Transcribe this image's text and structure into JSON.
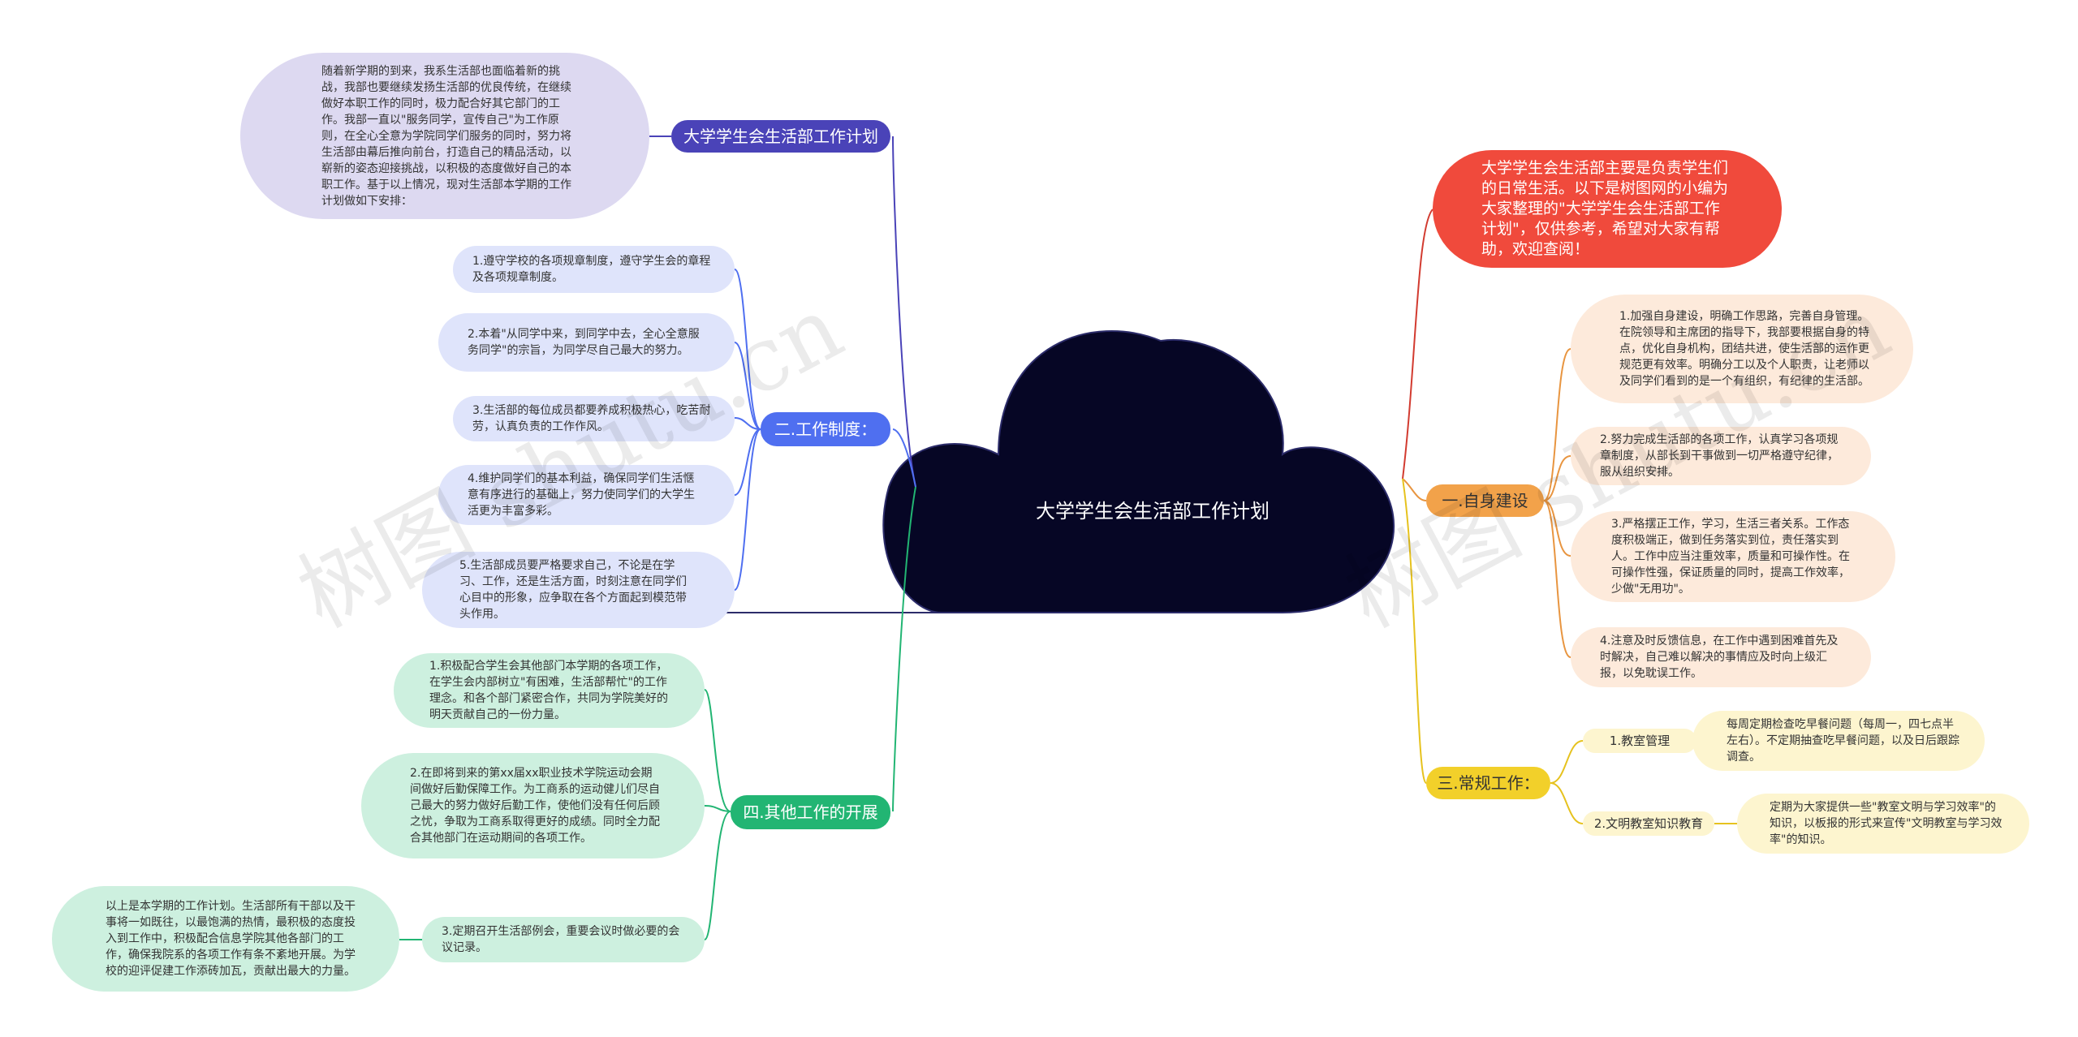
{
  "central": {
    "title": "大学学生会生活部工作计划"
  },
  "intro": "大学学生会生活部主要是负责学生们的日常生活。以下是树图网的小编为大家整理的\"大学学生会生活部工作计划\"，仅供参考，希望对大家有帮助，欢迎查阅！",
  "branches": {
    "plan": {
      "label": "大学学生会生活部工作计划",
      "detail": "随着新学期的到来，我系生活部也面临着新的挑战，我部也要继续发扬生活部的优良传统，在继续做好本职工作的同时，极力配合好其它部门的工作。我部一直以\"服务同学，宣传自己\"为工作原则，在全心全意为学院同学们服务的同时，努力将生活部由幕后推向前台，打造自己的精品活动，以崭新的姿态迎接挑战，以积极的态度做好自己的本职工作。基于以上情况，现对生活部本学期的工作计划做如下安排："
    },
    "rules": {
      "label": "二.工作制度：",
      "items": [
        "1.遵守学校的各项规章制度，遵守学生会的章程及各项规章制度。",
        "2.本着\"从同学中来，到同学中去，全心全意服务同学\"的宗旨，为同学尽自己最大的努力。",
        "3.生活部的每位成员都要养成积极热心，吃苦耐劳，认真负责的工作作风。",
        "4.维护同学们的基本利益，确保同学们生活惬意有序进行的基础上，努力使同学们的大学生活更为丰富多彩。",
        "5.生活部成员要严格要求自己，不论是在学习、工作，还是生活方面，时刻注意在同学们心目中的形象，应争取在各个方面起到模范带头作用。"
      ]
    },
    "other": {
      "label": "四.其他工作的开展",
      "items": [
        "1.积极配合学生会其他部门本学期的各项工作，在学生会内部树立\"有困难，生活部帮忙\"的工作理念。和各个部门紧密合作，共同为学院美好的明天贡献自己的一份力量。",
        "2.在即将到来的第xx届xx职业技术学院运动会期间做好后勤保障工作。为工商系的运动健儿们尽自己最大的努力做好后勤工作，使他们没有任何后顾之忧，争取为工商系取得更好的成绩。同时全力配合其他部门在运动期间的各项工作。",
        "3.定期召开生活部例会，重要会议时做必要的会议记录。"
      ],
      "summary": "以上是本学期的工作计划。生活部所有干部以及干事将一如既往，以最饱满的热情，最积极的态度投入到工作中，积极配合信息学院其他各部门的工作，确保我院系的各项工作有条不紊地开展。为学校的迎评促建工作添砖加瓦，贡献出最大的力量。"
    },
    "self": {
      "label": "一.自身建设",
      "items": [
        "1.加强自身建设，明确工作思路，完善自身管理。在院领导和主席团的指导下，我部要根据自身的特点，优化自身机构，团结共进，使生活部的运作更规范更有效率。明确分工以及个人职责，让老师以及同学们看到的是一个有组织，有纪律的生活部。",
        "2.努力完成生活部的各项工作，认真学习各项规章制度，从部长到干事做到一切严格遵守纪律，服从组织安排。",
        "3.严格摆正工作，学习，生活三者关系。工作态度积极端正，做到任务落实到位，责任落实到人。工作中应当注重效率，质量和可操作性。在可操作性强，保证质量的同时，提高工作效率，少做\"无用功\"。",
        "4.注意及时反馈信息，在工作中遇到困难首先及时解决，自己难以解决的事情应及时向上级汇报，以免耽误工作。"
      ]
    },
    "routine": {
      "label": "三.常规工作：",
      "subs": [
        {
          "label": "1.教室管理",
          "detail": "每周定期检查吃早餐问题（每周一，四七点半左右）。不定期抽查吃早餐问题，以及日后跟踪调查。"
        },
        {
          "label": "2.文明教室知识教育",
          "detail": "定期为大家提供一些\"教室文明与学习效率\"的知识，以板报的形式来宣传\"文明教室与学习效率\"的知识。"
        }
      ]
    }
  },
  "watermark": [
    "树图 shutu.cn",
    "树图 shutu.cn"
  ],
  "colors": {
    "central_fill": "#060625",
    "intro_fill": "#f04a3c",
    "plan": "#4a43b8",
    "rules": "#4f6ff0",
    "other": "#22b573",
    "self": "#f2a24a",
    "routine": "#f2d02a"
  }
}
